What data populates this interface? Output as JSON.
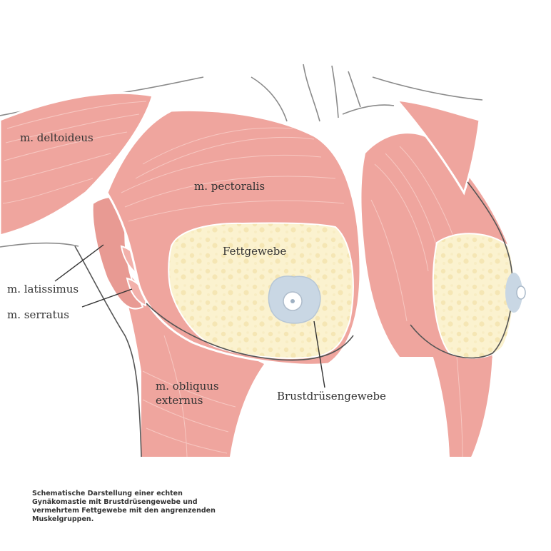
{
  "labels": {
    "deltoideus": "m. deltoideus",
    "pectoralis": "m. pectoralis",
    "fettgewebe": "Fettgewebe",
    "latissimus": "m. latissimus",
    "serratus": "m. serratus",
    "obliquus_line1": "m. obliquus",
    "obliquus_line2": "externus",
    "brustdruesengewebe": "Brustdrüsengewebe"
  },
  "caption": {
    "line1": "Schematische Darstellung einer echten",
    "line2": "Gynäkomastie mit Brustdrüsengewebe und",
    "line3": "vermehrtem Fettgewebe mit den angrenzenden",
    "line4": "Muskelgruppen."
  },
  "colors": {
    "muscle": "#EFA59E",
    "muscle_dark": "#E58E87",
    "fat": "#FBF2CF",
    "gland": "#C9D7E4",
    "outline": "#555555"
  }
}
